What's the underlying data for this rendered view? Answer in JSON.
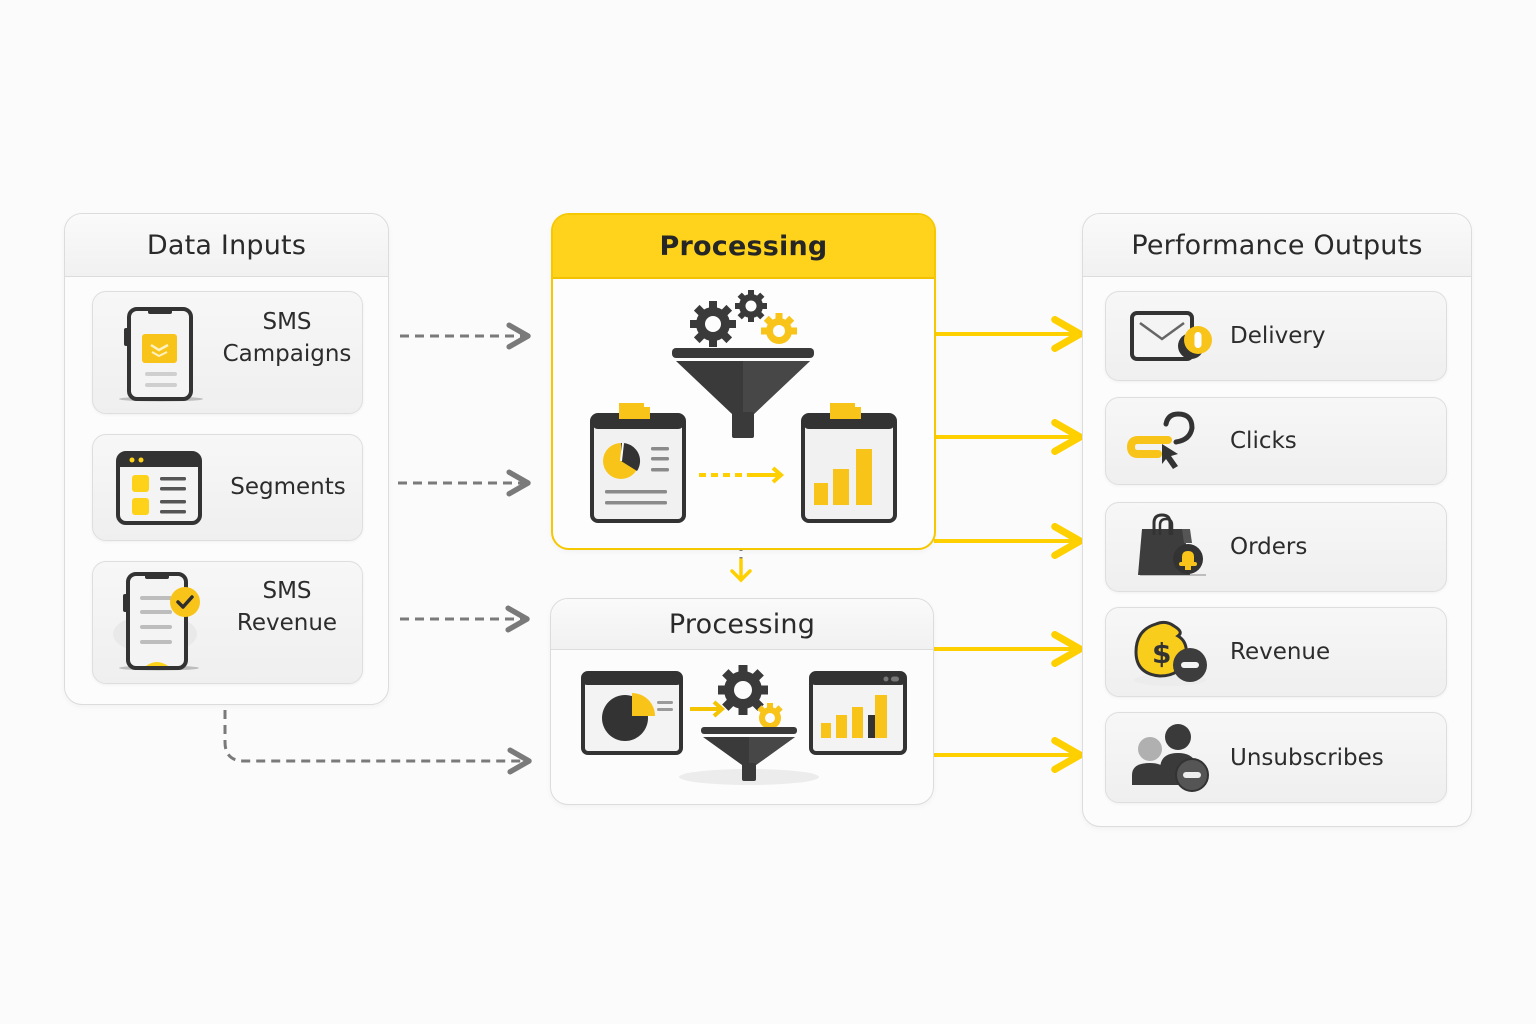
{
  "colors": {
    "accent": "#FFD21A",
    "accent_dark": "#F2C100",
    "icon_dark": "#3A3A3A",
    "connector_gray": "#7A7A7A",
    "panel_border": "#DCDCDC",
    "background": "#FBFBFB"
  },
  "inputs": {
    "title": "Data Inputs",
    "items": [
      {
        "label_line1": "SMS",
        "label_line2": "Campaigns",
        "icon": "phone-message-icon"
      },
      {
        "label_line1": "Segments",
        "label_line2": "",
        "icon": "window-list-icon"
      },
      {
        "label_line1": "SMS",
        "label_line2": "Revenue",
        "icon": "phone-check-icon"
      }
    ]
  },
  "processing_primary": {
    "title": "Processing",
    "icons": [
      "gears-icon",
      "funnel-icon",
      "pie-report-clipboard-icon",
      "bar-chart-clipboard-icon"
    ]
  },
  "processing_secondary": {
    "title": "Processing",
    "icons": [
      "pie-chart-window-icon",
      "gear-icon",
      "funnel-icon",
      "bar-chart-window-icon"
    ]
  },
  "outputs": {
    "title": "Performance Outputs",
    "items": [
      {
        "label": "Delivery",
        "icon": "envelope-badge-icon"
      },
      {
        "label": "Clicks",
        "icon": "link-cursor-icon"
      },
      {
        "label": "Orders",
        "icon": "shopping-bag-icon"
      },
      {
        "label": "Revenue",
        "icon": "coin-minus-icon"
      },
      {
        "label": "Unsubscribes",
        "icon": "users-minus-icon"
      }
    ]
  },
  "connectors": [
    {
      "from": "SMS Campaigns",
      "to": "Processing",
      "style": "dashed"
    },
    {
      "from": "Segments",
      "to": "Processing",
      "style": "dashed"
    },
    {
      "from": "SMS Revenue",
      "to": "Processing (secondary)",
      "style": "dashed"
    },
    {
      "from": "Data Inputs",
      "to": "Processing (secondary)",
      "style": "dashed"
    },
    {
      "from": "Processing",
      "to": "Processing (secondary)",
      "style": "dashed"
    },
    {
      "from": "Processing",
      "to": "Delivery",
      "style": "solid"
    },
    {
      "from": "Processing",
      "to": "Clicks",
      "style": "solid"
    },
    {
      "from": "Processing",
      "to": "Orders",
      "style": "solid"
    },
    {
      "from": "Processing (secondary)",
      "to": "Revenue",
      "style": "solid"
    },
    {
      "from": "Processing (secondary)",
      "to": "Unsubscribes",
      "style": "solid"
    }
  ]
}
